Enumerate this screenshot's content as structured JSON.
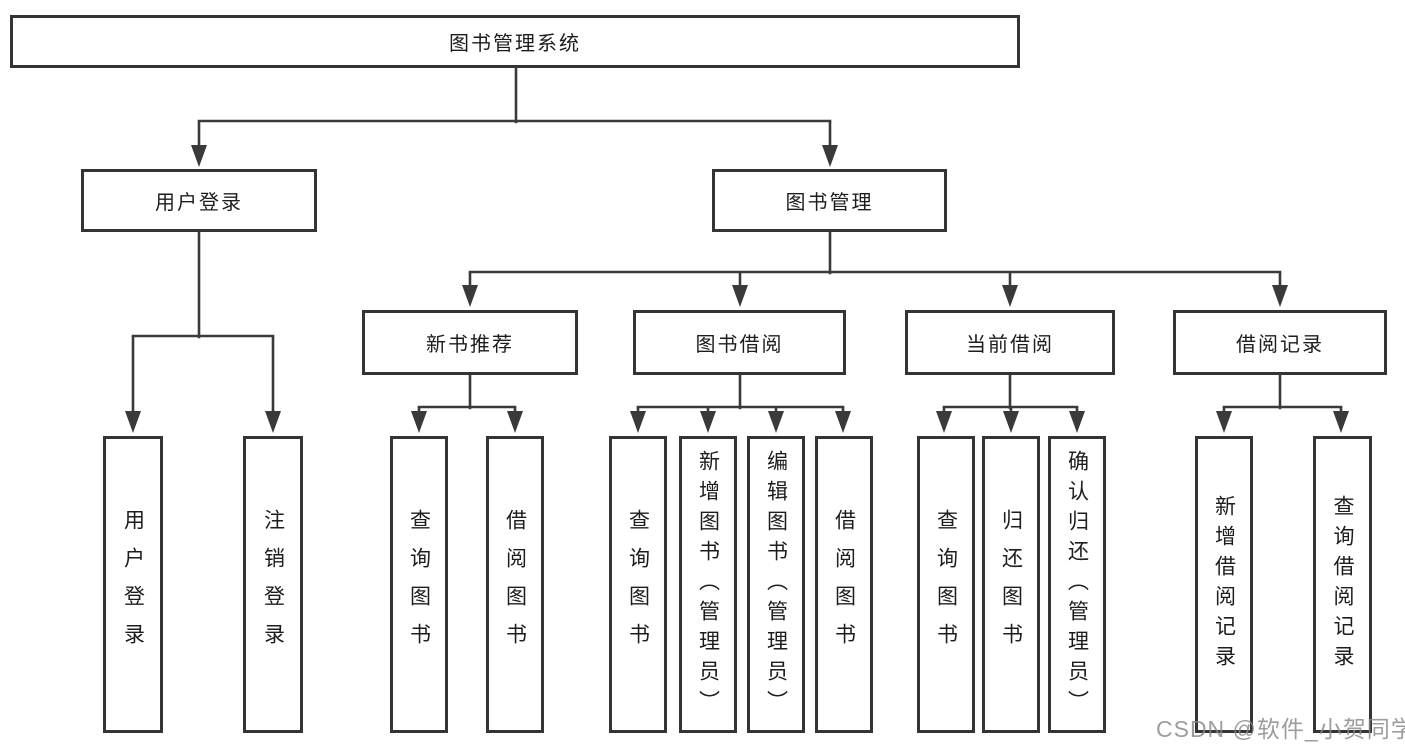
{
  "diagram": {
    "title": "图书管理系统",
    "type": "functional-decomposition-tree",
    "root": {
      "label": "图书管理系统"
    },
    "branches": [
      {
        "label": "用户登录",
        "children": [
          {
            "label": "用户登录"
          },
          {
            "label": "注销登录"
          }
        ]
      },
      {
        "label": "图书管理",
        "children": [
          {
            "label": "新书推荐",
            "children": [
              {
                "label": "查询图书"
              },
              {
                "label": "借阅图书"
              }
            ]
          },
          {
            "label": "图书借阅",
            "children": [
              {
                "label": "查询图书"
              },
              {
                "label": "新增图书（管理员）"
              },
              {
                "label": "编辑图书（管理员）"
              },
              {
                "label": "借阅图书"
              }
            ]
          },
          {
            "label": "当前借阅",
            "children": [
              {
                "label": "查询图书"
              },
              {
                "label": "归还图书"
              },
              {
                "label": "确认归还（管理员）"
              }
            ]
          },
          {
            "label": "借阅记录",
            "children": [
              {
                "label": "新增借阅记录"
              },
              {
                "label": "查询借阅记录"
              }
            ]
          }
        ]
      }
    ],
    "watermark": "CSDN @软件_小贺同学",
    "colors": {
      "background": "#ffffff",
      "box_fill": "#ffffff",
      "box_border": "#343434",
      "connector_line": "#3a3a3a",
      "text": "#1d1d1f",
      "watermark_text": "#878787"
    }
  }
}
